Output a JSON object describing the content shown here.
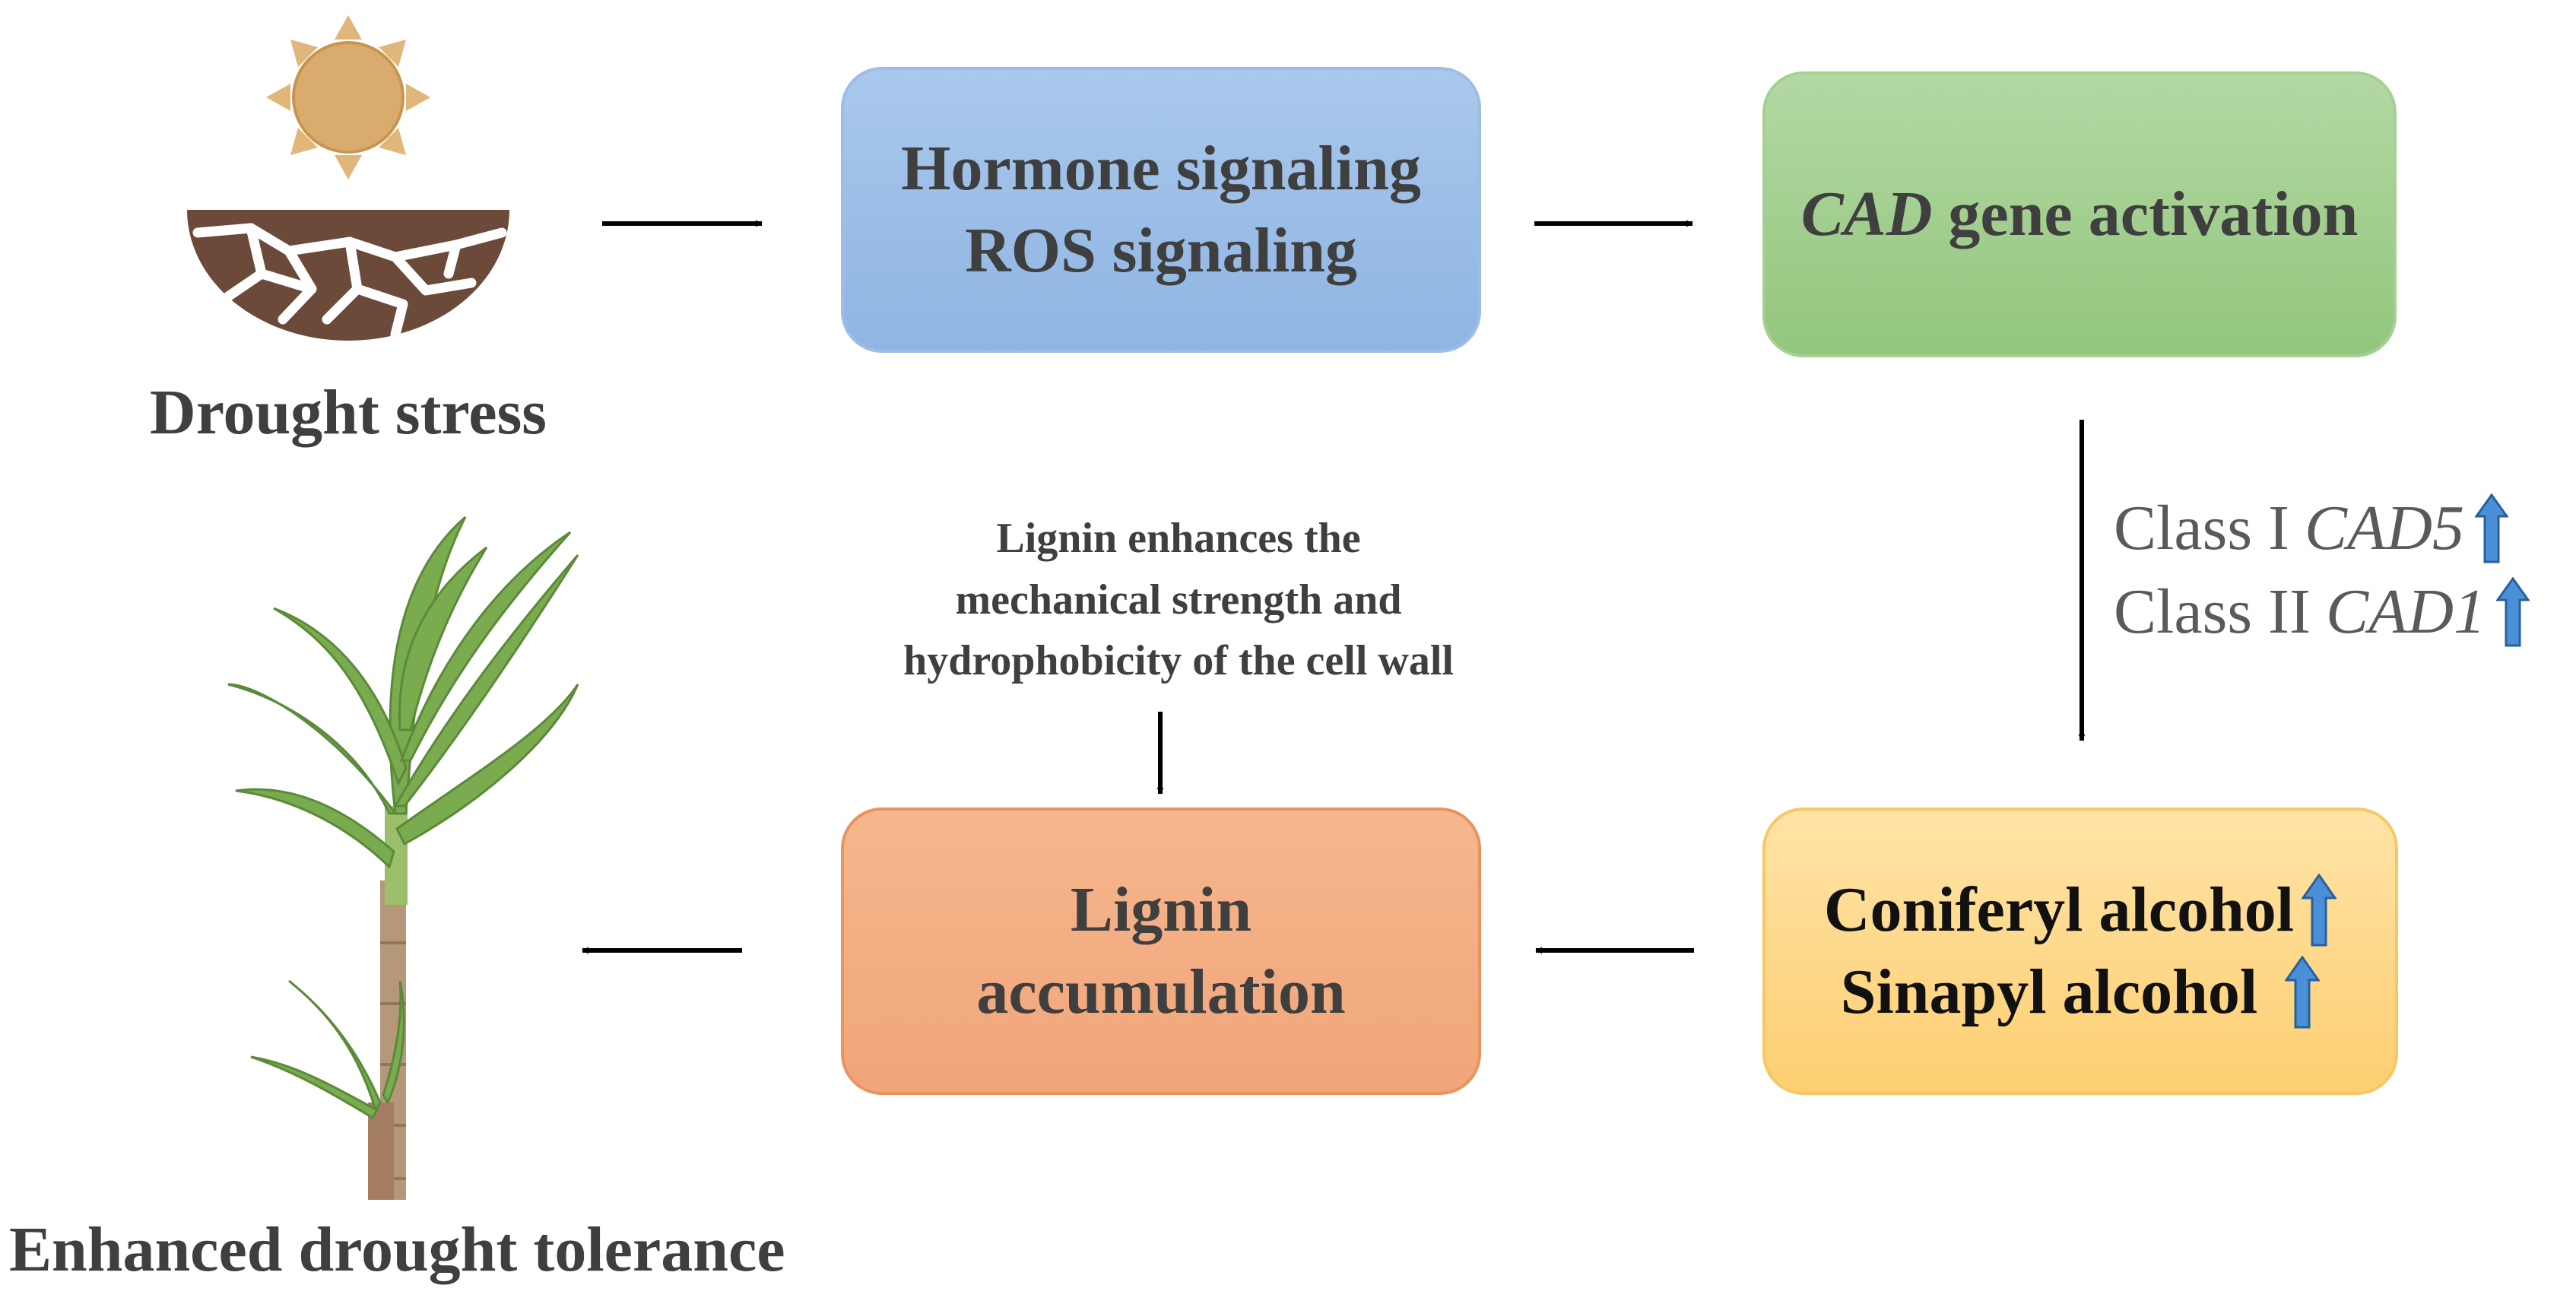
{
  "diagram": {
    "drought_label": "Drought stress",
    "hormone_box": {
      "line1": "Hormone signaling",
      "line2": "ROS signaling"
    },
    "cad_box": {
      "gene": "CAD",
      "rest": "gene activation"
    },
    "classes": [
      {
        "label": "Class I",
        "gene": "CAD5",
        "arrow": "up-arrow-icon"
      },
      {
        "label": "Class II",
        "gene": "CAD1",
        "arrow": "up-arrow-icon"
      }
    ],
    "alcohol_box": {
      "line1": "Coniferyl alcohol",
      "line2": "Sinapyl alcohol"
    },
    "lignin_box": {
      "line1": "Lignin",
      "line2": "accumulation"
    },
    "lignin_note": {
      "line1": "Lignin enhances the",
      "line2": "mechanical strength and",
      "line3": "hydrophobicity of the cell wall"
    },
    "result_label": "Enhanced drought tolerance",
    "icons": {
      "drought": "sun-cracked-soil-icon",
      "plant": "sugarcane-plant-icon"
    },
    "colors": {
      "hormone": "#9dbde6",
      "cad": "#a6d092",
      "alcohol": "#fdd67f",
      "lignin": "#f2a87c",
      "up_arrow": "#4a90d9",
      "sun": "#e0b77a",
      "soil": "#6b4a3a",
      "plant_leaf": "#7aab4f"
    }
  }
}
